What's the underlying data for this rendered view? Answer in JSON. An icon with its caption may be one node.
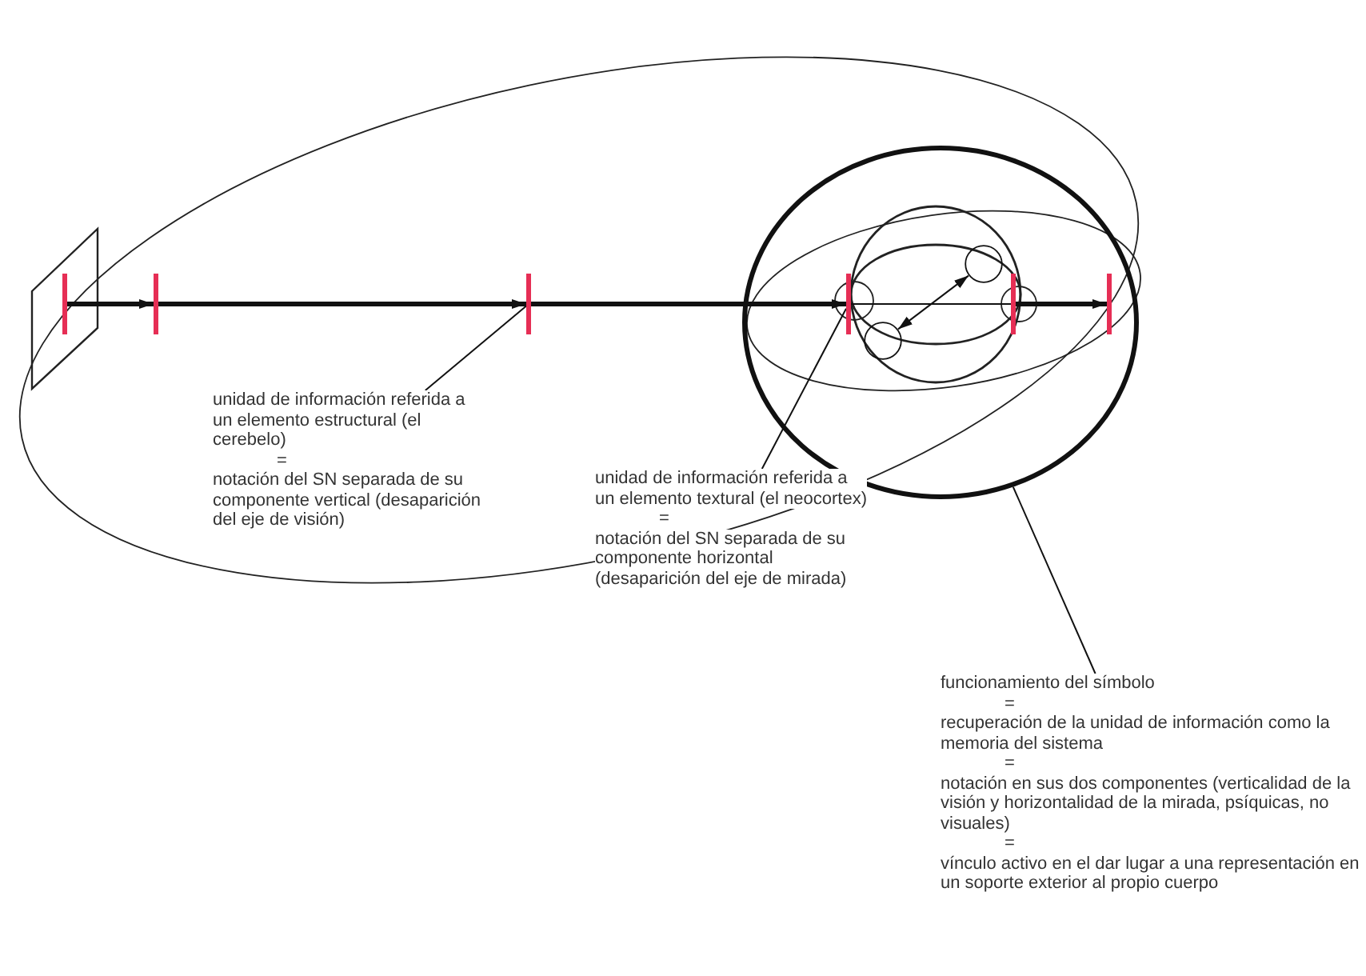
{
  "diagram": {
    "nodes": [
      {
        "text": [],
        "shape": "bar"
      },
      {
        "text": [],
        "shape": "bar"
      },
      {
        "text": [],
        "shape": "bar"
      },
      {
        "text": [],
        "shape": "circle"
      },
      {
        "text": [],
        "shape": "bar",
        "in": 3
      },
      {
        "text": [],
        "shape": "circle",
        "in": 3
      },
      {
        "text": [],
        "shape": "circle",
        "in": 3
      },
      {
        "text": [],
        "shape": "bar",
        "in": 3
      },
      {
        "text": [],
        "shape": "bar",
        "in": 3
      },
      {
        "text": [
          "unidad de información referida a un elemento estructural (el cerebelo)",
          "=",
          "notación del SN separada de su componente vertical (desaparición del eje de visión)"
        ]
      },
      {
        "text": [
          "unidad de información referida a un elemento textural (el neocortex)",
          "=",
          "notación del SN separada de su componente horizontal (desaparición del eje de mirada)"
        ]
      },
      {
        "text": [
          "funcionamiento del símbolo",
          "=",
          "recuperación de la unidad de información como la memoria del sistema",
          "=",
          "notación en sus dos componentes (verticalidad de la visión y horizontalidad de la mirada, psíquicas, no visuales)",
          "=",
          "vínculo activo en el dar lugar a una representación en un soporte exterior al propio cuerpo"
        ]
      }
    ],
    "edges": [
      {
        "from": 0,
        "to": 1,
        "arrow": "to",
        "style": "thick"
      },
      {
        "from": 1,
        "to": 2,
        "arrow": "to",
        "style": "thick"
      },
      {
        "from": 2,
        "to": 4,
        "arrow": "to",
        "style": "thick"
      },
      {
        "from": 4,
        "to": 7,
        "arrow": "none"
      },
      {
        "from": 7,
        "to": 8,
        "arrow": "to",
        "style": "thick"
      },
      {
        "from": 5,
        "to": 6,
        "arrow": "both"
      },
      {
        "from": 9,
        "to": 2,
        "arrow": "none"
      },
      {
        "from": 10,
        "to": 4,
        "arrow": "none"
      },
      {
        "from": 11,
        "to": 3,
        "arrow": "none"
      }
    ]
  }
}
